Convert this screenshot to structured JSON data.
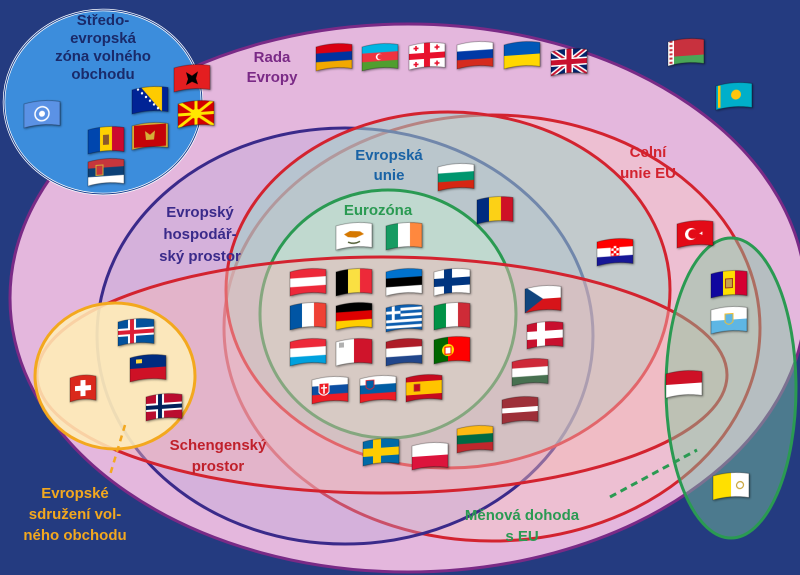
{
  "colors": {
    "background": "#243b80",
    "rada_evropy": "#7a2a86",
    "eu": "#d3232f",
    "eurozone": "#2a9a52",
    "schengen": "#d3232f",
    "efta": "#f3a81e",
    "customs_union": "#d3232f",
    "cefta": "#1a63b5",
    "eea": "#3a2a8a",
    "monetary": "#2a9a52"
  },
  "labels": {
    "cefta": [
      "Středo-",
      "evropská",
      "zóna volného",
      "obchodu"
    ],
    "rada_evropy": [
      "Rada",
      "Evropy"
    ],
    "eu": [
      "Evropská",
      "unie"
    ],
    "eurozone": [
      "Eurozóna"
    ],
    "eea": [
      "Evropský",
      "hospodář-",
      "ský prostor"
    ],
    "customs_union": [
      "Celní",
      "unie EU"
    ],
    "schengen": [
      "Schengenský",
      "prostor"
    ],
    "efta": [
      "Evropské",
      "sdružení vol-",
      "ného obchodu"
    ],
    "monetary": [
      "Měnová dohoda",
      "s EU"
    ]
  },
  "flags": [
    {
      "name": "un",
      "group": "cefta"
    },
    {
      "name": "bosnia",
      "group": "cefta"
    },
    {
      "name": "albania",
      "group": "cefta"
    },
    {
      "name": "macedonia",
      "group": "cefta"
    },
    {
      "name": "moldova",
      "group": "cefta"
    },
    {
      "name": "montenegro",
      "group": "cefta"
    },
    {
      "name": "serbia",
      "group": "cefta"
    },
    {
      "name": "armenia",
      "group": "rada_evropy"
    },
    {
      "name": "azerbaijan",
      "group": "rada_evropy"
    },
    {
      "name": "georgia",
      "group": "rada_evropy"
    },
    {
      "name": "russia",
      "group": "rada_evropy"
    },
    {
      "name": "ukraine",
      "group": "rada_evropy"
    },
    {
      "name": "uk",
      "group": "rada_evropy"
    },
    {
      "name": "belarus",
      "group": "outside"
    },
    {
      "name": "kazakhstan",
      "group": "outside"
    },
    {
      "name": "bulgaria",
      "group": "eu"
    },
    {
      "name": "romania",
      "group": "eu"
    },
    {
      "name": "cyprus",
      "group": "eurozone"
    },
    {
      "name": "ireland",
      "group": "eurozone"
    },
    {
      "name": "croatia",
      "group": "eu"
    },
    {
      "name": "turkey",
      "group": "customs_union"
    },
    {
      "name": "austria",
      "group": "eurozone_schengen"
    },
    {
      "name": "belgium",
      "group": "eurozone_schengen"
    },
    {
      "name": "estonia",
      "group": "eurozone_schengen"
    },
    {
      "name": "finland",
      "group": "eurozone_schengen"
    },
    {
      "name": "france",
      "group": "eurozone_schengen"
    },
    {
      "name": "germany",
      "group": "eurozone_schengen"
    },
    {
      "name": "greece",
      "group": "eurozone_schengen"
    },
    {
      "name": "italy",
      "group": "eurozone_schengen"
    },
    {
      "name": "luxembourg",
      "group": "eurozone_schengen"
    },
    {
      "name": "malta",
      "group": "eurozone_schengen"
    },
    {
      "name": "netherlands",
      "group": "eurozone_schengen"
    },
    {
      "name": "portugal",
      "group": "eurozone_schengen"
    },
    {
      "name": "slovakia",
      "group": "eurozone_schengen"
    },
    {
      "name": "slovenia",
      "group": "eurozone_schengen"
    },
    {
      "name": "spain",
      "group": "eurozone_schengen"
    },
    {
      "name": "czechia",
      "group": "eu_schengen"
    },
    {
      "name": "denmark",
      "group": "eu_schengen"
    },
    {
      "name": "hungary",
      "group": "eu_schengen"
    },
    {
      "name": "latvia",
      "group": "eu_schengen"
    },
    {
      "name": "lithuania",
      "group": "eu_schengen"
    },
    {
      "name": "sweden",
      "group": "eu_schengen"
    },
    {
      "name": "poland",
      "group": "eu_schengen"
    },
    {
      "name": "iceland",
      "group": "efta_eea_schengen"
    },
    {
      "name": "liechtenstein",
      "group": "efta_eea_schengen"
    },
    {
      "name": "norway",
      "group": "efta_eea_schengen"
    },
    {
      "name": "switzerland",
      "group": "efta_schengen"
    },
    {
      "name": "andorra",
      "group": "monetary"
    },
    {
      "name": "san-marino",
      "group": "monetary"
    },
    {
      "name": "monaco",
      "group": "monetary"
    },
    {
      "name": "vatican",
      "group": "monetary"
    }
  ]
}
